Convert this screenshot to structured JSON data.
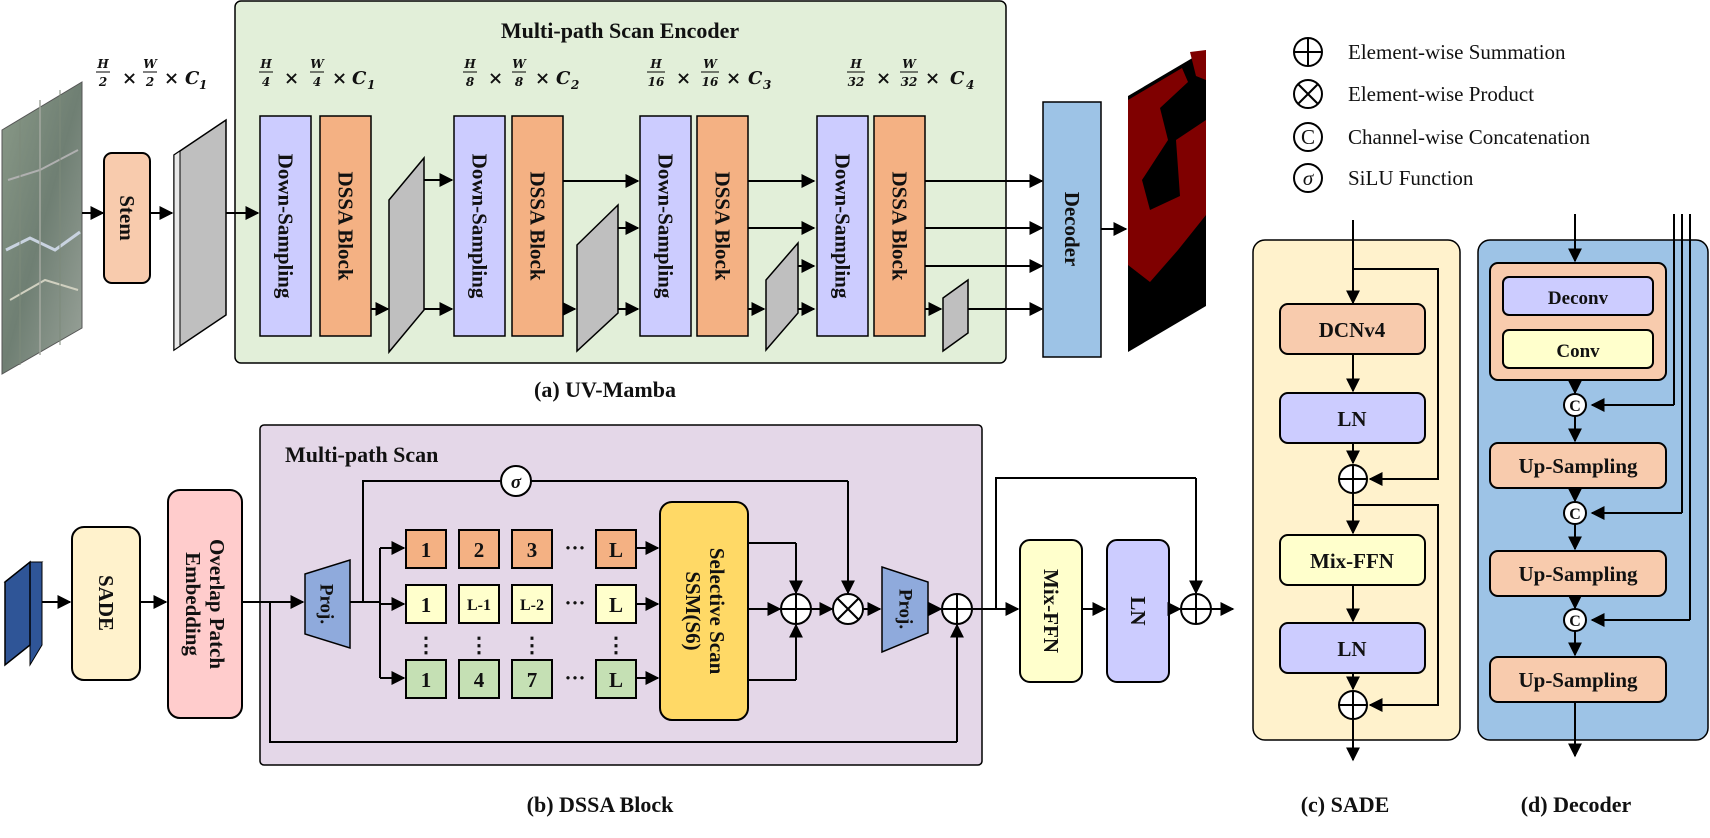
{
  "encoder": {
    "title": "Multi-path Scan Encoder",
    "caption": "(a) UV-Mamba",
    "stem": "Stem",
    "decoder": "Decoder",
    "down_sampling": "Down-Sampling",
    "dssa_block": "DSSA Block",
    "dims": [
      {
        "h": "H",
        "hd": "2",
        "w": "W",
        "wd": "2",
        "c": "C",
        "cs": "1"
      },
      {
        "h": "H",
        "hd": "4",
        "w": "W",
        "wd": "4",
        "c": "C",
        "cs": "1"
      },
      {
        "h": "H",
        "hd": "8",
        "w": "W",
        "wd": "8",
        "c": "C",
        "cs": "2"
      },
      {
        "h": "H",
        "hd": "16",
        "w": "W",
        "wd": "16",
        "c": "C",
        "cs": "3"
      },
      {
        "h": "H",
        "hd": "32",
        "w": "W",
        "wd": "32",
        "c": "C",
        "cs": "4"
      }
    ],
    "times": "×"
  },
  "legend": [
    {
      "symbol": "+",
      "label": "Element-wise Summation"
    },
    {
      "symbol": "×",
      "label": "Element-wise Product"
    },
    {
      "symbol": "C",
      "label": "Channel-wise Concatenation"
    },
    {
      "symbol": "σ",
      "label": "SiLU Function"
    }
  ],
  "dssa": {
    "caption": "(b) DSSA Block",
    "scan_title": "Multi-path Scan",
    "sade": "SADE",
    "overlap_line1": "Overlap Patch",
    "overlap_line2": "Embedding",
    "proj": "Proj.",
    "sigma": "σ",
    "row1": [
      "1",
      "2",
      "3",
      "L"
    ],
    "row2": [
      "1",
      "L-1",
      "L-2",
      "L"
    ],
    "row3": [
      "1",
      "4",
      "7",
      "L"
    ],
    "ellipsis": "···",
    "vdots": "⋮",
    "selective_line1": "Selective Scan",
    "selective_line2": "SSM(S6)",
    "mix_ffn": "Mix-FFN",
    "ln": "LN"
  },
  "sade_panel": {
    "caption": "(c) SADE",
    "dcn": "DCNv4",
    "ln": "LN",
    "mix_ffn": "Mix-FFN"
  },
  "decoder_panel": {
    "caption": "(d) Decoder",
    "deconv": "Deconv",
    "conv": "Conv",
    "up_sampling": "Up-Sampling",
    "concat": "C"
  },
  "colors": {
    "encoder_bg": "#e2efd9",
    "down_sampling": "#ccccff",
    "dssa_block": "#f4b183",
    "stem": "#f8cbad",
    "decoder": "#9dc3e6",
    "scan_bg": "#e4d7e8",
    "sade": "#fff2cc",
    "overlap": "#ffcccc",
    "proj": "#8faadc",
    "row1": "#f4b183",
    "row2": "#ffffcc",
    "row3": "#c5e0b4",
    "selective": "#ffd966",
    "mix_ffn": "#ffffcc",
    "ln": "#ccccff",
    "sade_panel_bg": "#fff2cc",
    "decoder_panel_bg": "#9dc3e6",
    "decoder_group": "#f8cbad",
    "up_sampling": "#f8cbad",
    "feature_map": "#bfbfbf",
    "seg_red": "#7f0000",
    "patch_blue": "#2f5597"
  }
}
